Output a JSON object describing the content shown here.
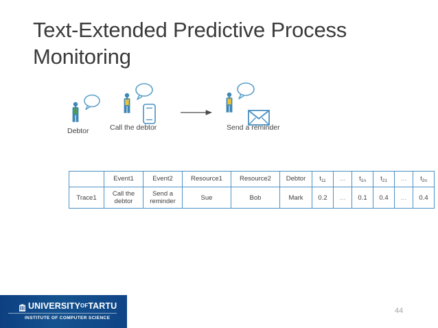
{
  "slide": {
    "title": "Text-Extended Predictive Process\nMonitoring",
    "page_number": "44",
    "background_color": "#ffffff",
    "title_color": "#3a3a3a"
  },
  "diagram": {
    "accent_blue": "#4a90c4",
    "figure_blue": "#3d86b5",
    "torso_green": "#4e9b56",
    "torso_yellow": "#e8c23a",
    "arrow_color": "#4a4a4a",
    "nodes": [
      {
        "id": "debtor",
        "label": "Debtor",
        "icon": "person-icon",
        "accessory": "speech-bubble-icon"
      },
      {
        "id": "call",
        "label": "Call the debtor",
        "icon": "person-icon",
        "accessory": "smartphone-icon"
      },
      {
        "id": "send",
        "label": "Send a reminder",
        "icon": "person-icon",
        "accessory": "envelope-icon"
      }
    ],
    "connector": {
      "type": "arrow-right-icon",
      "from": "call",
      "to": "send"
    }
  },
  "table": {
    "border_color": "#4a90c4",
    "columns": [
      {
        "key": "blank",
        "header": "",
        "class": "c-blank"
      },
      {
        "key": "event1",
        "header": "Event1",
        "class": "c-event"
      },
      {
        "key": "event2",
        "header": "Event2",
        "class": "c-event"
      },
      {
        "key": "resource1",
        "header": "Resource1",
        "class": "c-resource"
      },
      {
        "key": "resource2",
        "header": "Resource2",
        "class": "c-resource"
      },
      {
        "key": "debtor",
        "header": "Debtor",
        "class": "c-debtor"
      },
      {
        "key": "t11",
        "header": "t11",
        "class": "c-t"
      },
      {
        "key": "dots1",
        "header": "…",
        "class": "c-dots"
      },
      {
        "key": "t1n",
        "header": "t1n",
        "class": "c-t"
      },
      {
        "key": "t21",
        "header": "t21",
        "class": "c-t"
      },
      {
        "key": "dots2",
        "header": "…",
        "class": "c-dots"
      },
      {
        "key": "t2n",
        "header": "t2n",
        "class": "c-t"
      }
    ],
    "header_labels": {
      "blank": "",
      "event1": "Event1",
      "event2": "Event2",
      "resource1": "Resource1",
      "resource2": "Resource2",
      "debtor": "Debtor",
      "t11_base": "t",
      "t11_sub": "11",
      "dots1": "…",
      "t1n_base": "t",
      "t1n_sub": "1n",
      "t21_base": "t",
      "t21_sub": "21",
      "dots2": "…",
      "t2n_base": "t",
      "t2n_sub": "2n"
    },
    "rows": [
      {
        "blank": "Trace1",
        "event1": "Call the debtor",
        "event2": "Send a reminder",
        "resource1": "Sue",
        "resource2": "Bob",
        "debtor": "Mark",
        "t11": "0.2",
        "dots1": "…",
        "t1n": "0.1",
        "t21": "0.4",
        "dots2": "…",
        "t2n": "0.4"
      }
    ]
  },
  "footer": {
    "university": "UNIVERSITY",
    "of": "OF",
    "tartu": "TARTU",
    "institute": "INSTITUTE OF COMPUTER SCIENCE",
    "banner_color": "#0f4486"
  }
}
